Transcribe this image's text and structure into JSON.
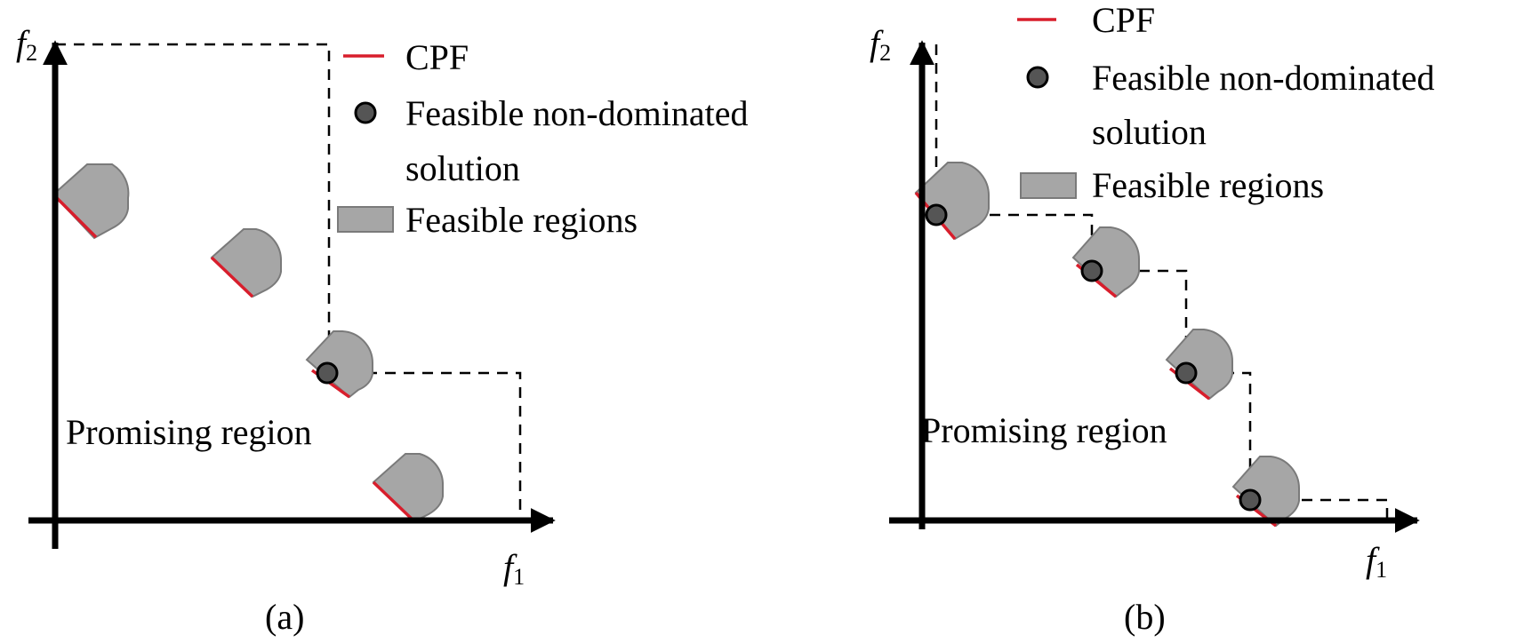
{
  "panels": [
    {
      "id": "a",
      "caption": "(a)",
      "x_axis_label": "f",
      "x_axis_subscript": "1",
      "y_axis_label": "f",
      "y_axis_subscript": "2",
      "region_text": "Promising region",
      "legend": {
        "cpf": "CPF",
        "solution_line1": "Feasible non-dominated",
        "solution_line2": "solution",
        "regions": "Feasible regions"
      }
    },
    {
      "id": "b",
      "caption": "(b)",
      "x_axis_label": "f",
      "x_axis_subscript": "1",
      "y_axis_label": "f",
      "y_axis_subscript": "2",
      "region_text": "Promising region",
      "legend": {
        "cpf": "CPF",
        "solution_line1": "Feasible non-dominated",
        "solution_line2": "solution",
        "regions": "Feasible regions"
      }
    }
  ],
  "colors": {
    "cpf": "#d81e2c",
    "feasible_region_fill": "#a6a6a6",
    "solution_dot": "#555555"
  }
}
